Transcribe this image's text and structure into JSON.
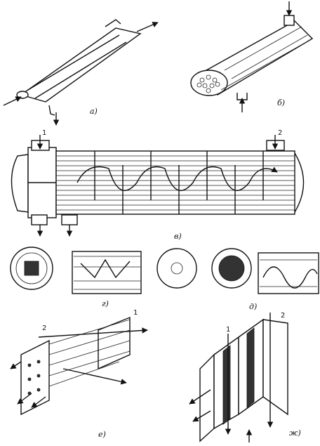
{
  "figure": {
    "panels": [
      {
        "id": "a",
        "label": "а)"
      },
      {
        "id": "b",
        "label": "б)"
      },
      {
        "id": "v",
        "label": "в)"
      },
      {
        "id": "g",
        "label": "г)"
      },
      {
        "id": "d",
        "label": "д)"
      },
      {
        "id": "e",
        "label": "е)"
      },
      {
        "id": "zh",
        "label": "ж)"
      }
    ],
    "callouts": {
      "v_inlet": "1",
      "v_outlet": "2",
      "e_plate": "1",
      "e_tubes": "2",
      "zh_left": "1",
      "zh_right": "2"
    }
  }
}
